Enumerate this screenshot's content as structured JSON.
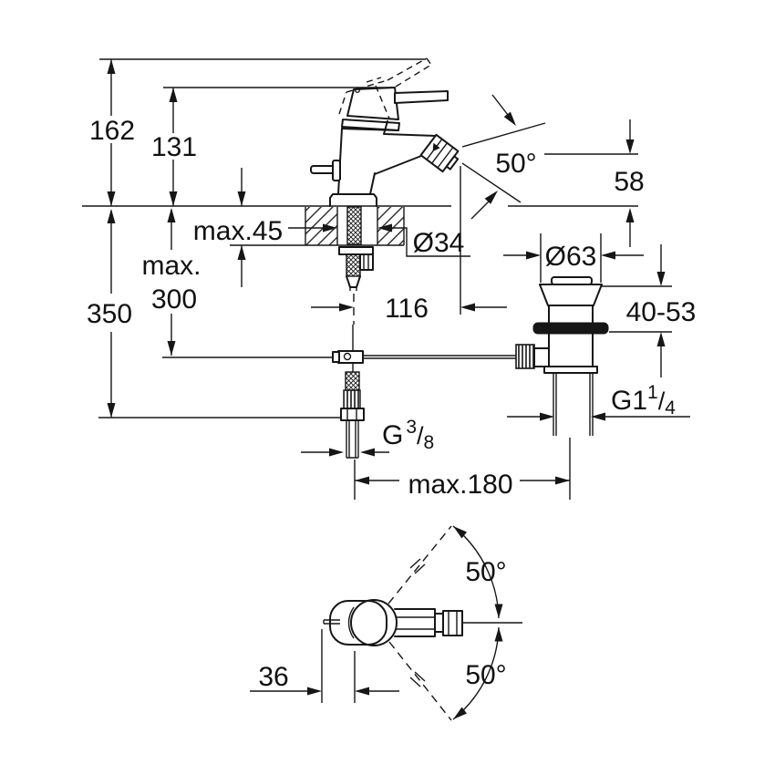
{
  "title": "Bidet mixer dimensional drawing",
  "colors": {
    "ink": "#161616",
    "paper": "#ffffff"
  },
  "dimensions": {
    "total_height": "162",
    "body_height": "131",
    "deck_thickness": "max.45",
    "below_deck_word": "max.",
    "below_deck_value": "300",
    "total_depth": "350",
    "spout_angle": "50°",
    "outlet_height": "58",
    "hole_diameter": "Ø34",
    "projection": "116",
    "waste_flange_diameter": "Ø63",
    "waste_deck_range": "40-53",
    "waste_thread_prefix": "G1",
    "waste_thread_sup": "1",
    "waste_thread_slash": "/",
    "waste_thread_sub": "4",
    "hose_thread_prefix": "G",
    "hose_thread_sup": "3",
    "hose_thread_slash": "/",
    "hose_thread_sub": "8",
    "rod_reach": "max.180",
    "top_offset": "36",
    "swivel_upper": "50°",
    "swivel_lower": "50°"
  }
}
